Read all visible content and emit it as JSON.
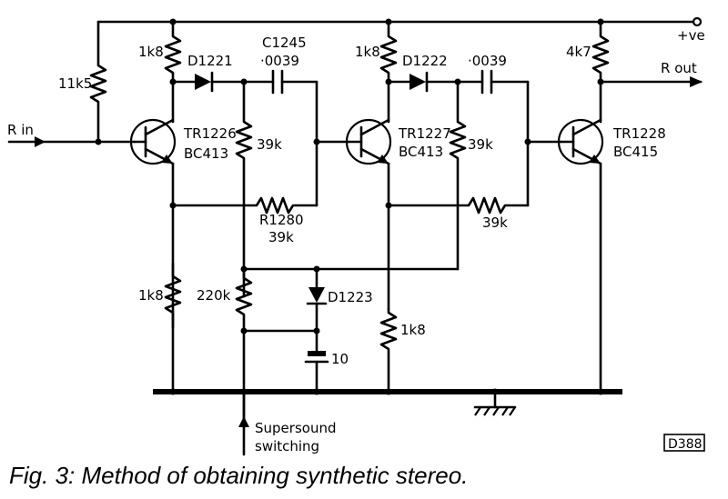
{
  "caption": "Fig. 3: Method of obtaining synthetic stereo.",
  "figure_code": "D388",
  "labels": {
    "supply": "+ve",
    "input": "R in",
    "output": "R out",
    "switch_line1": "Supersound",
    "switch_line2": "switching"
  },
  "components": {
    "r_11k5": "11k5",
    "r_1k8_a": "1k8",
    "r_1k8_b": "1k8",
    "r_1k8_c": "1k8",
    "r_1k8_d": "1k8",
    "r_4k7": "4k7",
    "r_39k_a": "39k",
    "r_39k_b": "39k",
    "r_39k_c": "39k",
    "r1280_ref": "R1280",
    "r1280_val": "39k",
    "r_220k": "220k",
    "d1221": "D1221",
    "d1222": "D1222",
    "d1223": "D1223",
    "c1245_ref": "C1245",
    "c1245_val": "·0039",
    "c2_val": "·0039",
    "c_10": "10",
    "tr1226_ref": "TR1226",
    "tr1226_type": "BC413",
    "tr1227_ref": "TR1227",
    "tr1227_type": "BC413",
    "tr1228_ref": "TR1228",
    "tr1228_type": "BC415"
  }
}
